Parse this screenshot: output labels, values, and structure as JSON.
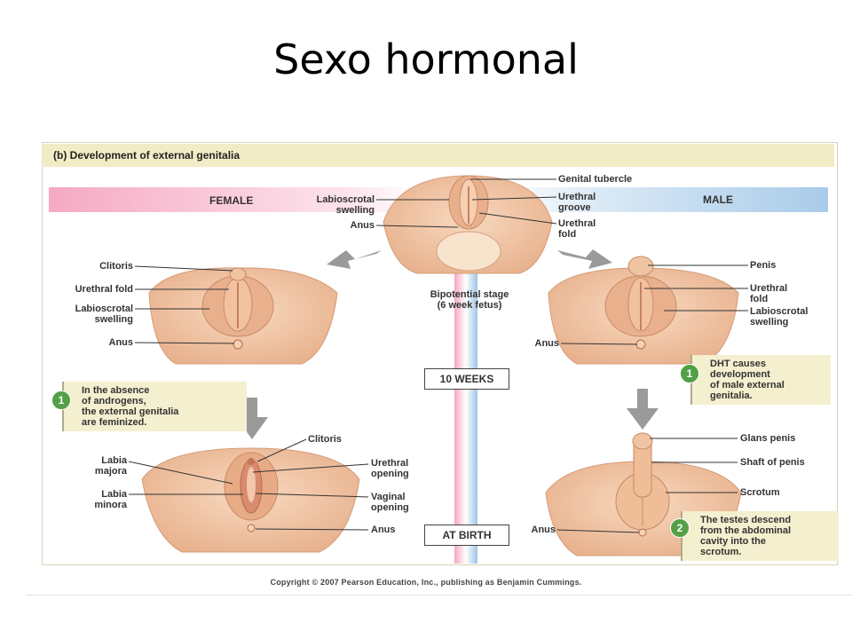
{
  "slide": {
    "title": "Sexo hormonal"
  },
  "diagram": {
    "header": "(b) Development of external genitalia",
    "female_label": "FEMALE",
    "male_label": "MALE",
    "bipotential": {
      "stage": "Bipotential stage\n(6 week fetus)",
      "genital_tubercle": "Genital tubercle",
      "urethral_groove": "Urethral\ngroove",
      "urethral_fold": "Urethral\nfold",
      "labioscrotal_swelling": "Labioscrotal\nswelling",
      "anus": "Anus"
    },
    "stage_10_weeks": "10 WEEKS",
    "stage_at_birth": "AT BIRTH",
    "female_10w": {
      "clitoris": "Clitoris",
      "urethral_fold": "Urethral fold",
      "labioscrotal_swelling": "Labioscrotal\nswelling",
      "anus": "Anus"
    },
    "male_10w": {
      "penis": "Penis",
      "urethral_fold": "Urethral\nfold",
      "labioscrotal_swelling": "Labioscrotal\nswelling",
      "anus": "Anus"
    },
    "female_birth": {
      "clitoris": "Clitoris",
      "labia_majora": "Labia\nmajora",
      "labia_minora": "Labia\nminora",
      "urethral_opening": "Urethral\nopening",
      "vaginal_opening": "Vaginal\nopening",
      "anus": "Anus"
    },
    "male_birth": {
      "glans_penis": "Glans penis",
      "shaft_of_penis": "Shaft of penis",
      "scrotum": "Scrotum",
      "anus": "Anus"
    },
    "note_female": {
      "number": "1",
      "text": "In the absence\nof androgens,\nthe external genitalia\nare feminized."
    },
    "note_male_1": {
      "number": "1",
      "text": "DHT causes\ndevelopment\nof male external\ngenitalia."
    },
    "note_male_2": {
      "number": "2",
      "text": "The testes descend\nfrom the abdominal\ncavity into the\nscrotum."
    },
    "copyright": "Copyright © 2007 Pearson Education, Inc., publishing as Benjamin Cummings.",
    "colors": {
      "skin": "#f3c9a6",
      "skin_shadow": "#dc9f7c",
      "female_band": "#f5a9c3",
      "male_band": "#a9cbe9",
      "note_bg": "#f4efcf",
      "badge": "#53a046"
    }
  }
}
